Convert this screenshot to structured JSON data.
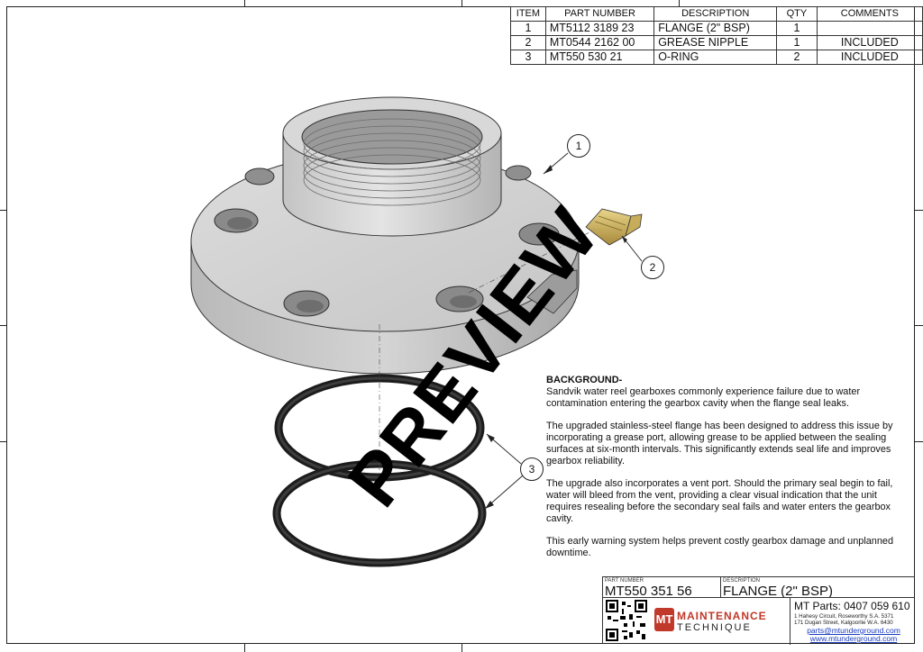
{
  "bom": {
    "headers": [
      "ITEM",
      "PART NUMBER",
      "DESCRIPTION",
      "QTY",
      "COMMENTS"
    ],
    "rows": [
      [
        "1",
        "MT5112 3189 23",
        "FLANGE (2\" BSP)",
        "1",
        ""
      ],
      [
        "2",
        "MT0544 2162 00",
        "GREASE NIPPLE",
        "1",
        "INCLUDED"
      ],
      [
        "3",
        "MT550 530 21",
        "O-RING",
        "2",
        "INCLUDED"
      ]
    ]
  },
  "callouts": [
    "1",
    "2",
    "3"
  ],
  "watermark": "PREVIEW",
  "background": {
    "heading": "BACKGROUND-",
    "paragraphs": [
      "Sandvik water reel gearboxes commonly experience failure due to water contamination entering the gearbox cavity when the flange seal leaks.",
      "The upgraded stainless-steel flange has been designed to address this issue by incorporating a grease port, allowing grease to be applied between the sealing surfaces at six-month intervals. This significantly extends seal life and improves gearbox reliability.",
      "The upgrade also incorporates a vent port. Should the primary seal begin to fail, water will bleed from the vent, providing a clear visual indication that the unit requires resealing before the secondary seal fails and water enters the gearbox cavity.",
      "This early warning system helps prevent costly gearbox damage and unplanned downtime."
    ]
  },
  "title_block": {
    "part_number_label": "PART NUMBER",
    "part_number": "MT550 351 56",
    "description_label": "DESCRIPTION",
    "description": "FLANGE (2\" BSP)",
    "logo_top": "MAINTENANCE",
    "logo_bottom": "TECHNIQUE",
    "logo_mark": "MT",
    "phone": "MT Parts: 0407 059 610",
    "address1": "1 Hahesy Circuit, Roseworthy S.A. 5371",
    "address2": "171 Dugan Street, Kalgoorlie W.A. 6430",
    "email": "parts@mtunderground.com",
    "website": "www.mtunderground.com"
  },
  "colors": {
    "logo_red": "#c0392b",
    "link_blue": "#1a3dbf"
  }
}
